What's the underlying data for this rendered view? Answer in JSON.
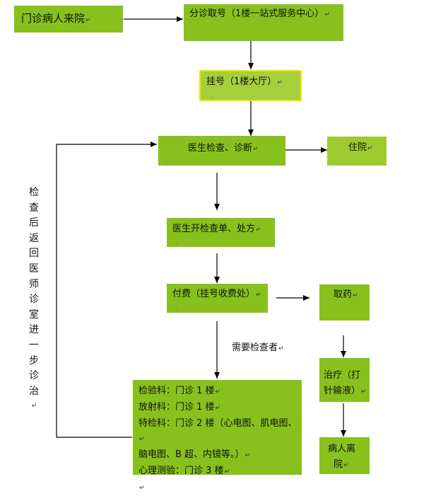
{
  "nodes": {
    "outpatient_arrival": "门诊病人来院",
    "triage": "分诊取号（1楼一站式服务中心）",
    "register": "挂号（1楼大厅）",
    "doctor_exam": "医生检查、诊断",
    "hospitalization": "住院",
    "order": "医生开检查单、处方",
    "payment": "付费（挂号收费处）",
    "get_medicine": "取药",
    "treatment_line1": "治疗（打",
    "treatment_line2": "针输液）",
    "leave_line1": "病人离",
    "leave_line2": "院",
    "exams": [
      "检验科：门诊 1 楼",
      "放射科：门诊 1 楼",
      "特检科：门诊 2 楼（心电图、肌电图、",
      "脑电图、B 超、内镜等。）",
      "心理测验：门诊 3 楼"
    ]
  },
  "labels": {
    "needs_exam": "需要检查者",
    "return_note": [
      "检",
      "查",
      "后",
      "返",
      "回",
      "医",
      "师",
      "诊",
      "室",
      "进",
      "一",
      "步",
      "诊",
      "治"
    ]
  },
  "symbols": {
    "return_mark": "↵",
    "dot_mark": "·"
  },
  "colors": {
    "box_green": "#88c11d",
    "box_light": "#a6cf3c",
    "box_border_yellow": "#e8e800",
    "arrow": "#000000"
  }
}
